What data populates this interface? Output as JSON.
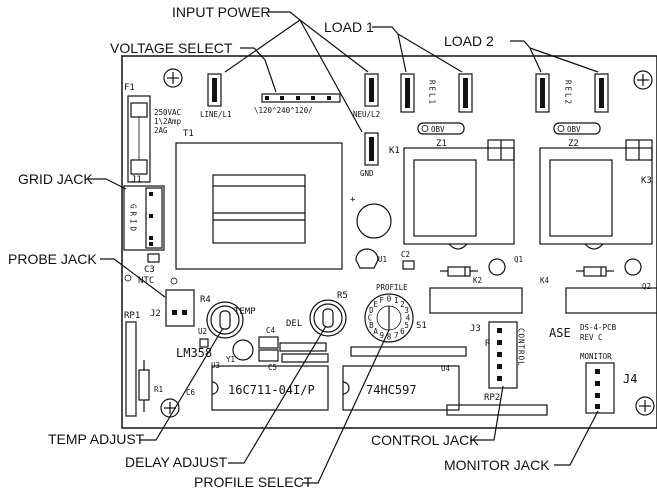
{
  "callouts": {
    "input_power": "INPUT POWER",
    "voltage_select": "VOLTAGE SELECT",
    "load1": "LOAD 1",
    "load2": "LOAD 2",
    "grid_jack": "GRID JACK",
    "probe_jack": "PROBE JACK",
    "temp_adjust": "TEMP ADJUST",
    "delay_adjust": "DELAY ADJUST",
    "profile_select": "PROFILE SELECT",
    "control_jack": "CONTROL JACK",
    "monitor_jack": "MONITOR JACK"
  },
  "board": {
    "f1": "F1",
    "fuse_rating_1": "250VAC",
    "fuse_rating_2": "1\\2Amp",
    "fuse_rating_3": "2AG",
    "t1": "T1",
    "line": "LINE/L1",
    "neu": "NEU/L2",
    "gnd": "GND",
    "voltage_options": "\\120^240^120/",
    "rel1": "REL1",
    "rel2": "REL2",
    "obv1": "OBV",
    "obv2": "OBV",
    "k1": "K1",
    "k2": "K2",
    "k3": "K3",
    "k4": "K4",
    "z1": "Z1",
    "z2": "Z2",
    "j1": "J1",
    "grid_text": "GRID",
    "c3": "C3",
    "ntc": "NTC",
    "j2": "J2",
    "rp1": "RP1",
    "r4": "R4",
    "temp": "TEMP",
    "r5": "R5",
    "del": "DEL",
    "u1": "U1",
    "c2": "C2",
    "q1": "Q1",
    "q2": "Q2",
    "profile": "PROFILE",
    "s1": "S1",
    "hex_digits": "0123456789ABCDEF",
    "u2": "U2",
    "lm358": "LM358",
    "u3": "U3",
    "y1": "Y1",
    "c4": "C4",
    "c5": "C5",
    "r1": "R1",
    "c6": "C6",
    "pic": "16C711-04I/P",
    "hc597": "74HC597",
    "u4": "U4",
    "rp4": "RP4",
    "rp2": "RP2",
    "j3": "J3",
    "control_text": "CONTROL",
    "ase": "ASE",
    "model": "DS-4-PCB",
    "rev": "REV C",
    "monitor": "MONITOR",
    "j4": "J4",
    "plus": "+"
  }
}
